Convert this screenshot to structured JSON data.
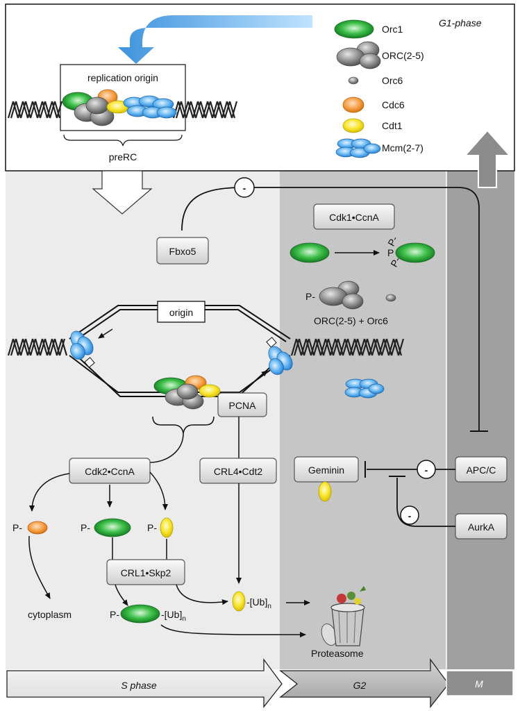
{
  "phases": {
    "g1": "G1-phase",
    "s": "S phase",
    "g2": "G2",
    "m": "M"
  },
  "legend": {
    "items": [
      {
        "label": "Orc1",
        "icon": "green-ellipse",
        "color": "#2eaa3a"
      },
      {
        "label": "ORC(2-5)",
        "icon": "gray-cluster",
        "color": "#8a8a8a"
      },
      {
        "label": "Orc6",
        "icon": "small-gray-dot",
        "color": "#9a9a9a"
      },
      {
        "label": "Cdc6",
        "icon": "orange-ellipse",
        "color": "#f39a3c"
      },
      {
        "label": "Cdt1",
        "icon": "yellow-ellipse",
        "color": "#f5e21c"
      },
      {
        "label": "Mcm(2-7)",
        "icon": "blue-cluster",
        "color": "#4aa3e8"
      }
    ]
  },
  "labels": {
    "replication_origin": "replication origin",
    "prerc": "preRC",
    "origin": "origin",
    "orc_plus_orc6": "ORC(2-5) + Orc6",
    "cytoplasm": "cytoplasm",
    "proteasome": "Proteasome",
    "p": "P-",
    "p_short": "P",
    "ub": "-[Ub]",
    "ub_sub": "n",
    "minus": "-"
  },
  "boxes": {
    "fbxo5": "Fbxo5",
    "cdk1_ccna": "Cdk1•CcnA",
    "pcna": "PCNA",
    "cdk2_ccna": "Cdk2•CcnA",
    "crl4_cdt2": "CRL4•Cdt2",
    "crl1_skp2": "CRL1•Skp2",
    "geminin": "Geminin",
    "apc_c": "APC/C",
    "aurka": "AurkA"
  },
  "colors": {
    "s_bg": "#ececec",
    "g2_bg": "#c6c6c6",
    "m_bg": "#a0a0a0",
    "arrow_blue": "#5aaee8",
    "orc1": "#2eaa3a",
    "cdc6": "#f39a3c",
    "cdt1": "#f5e21c",
    "mcm": "#4aa3e8"
  }
}
